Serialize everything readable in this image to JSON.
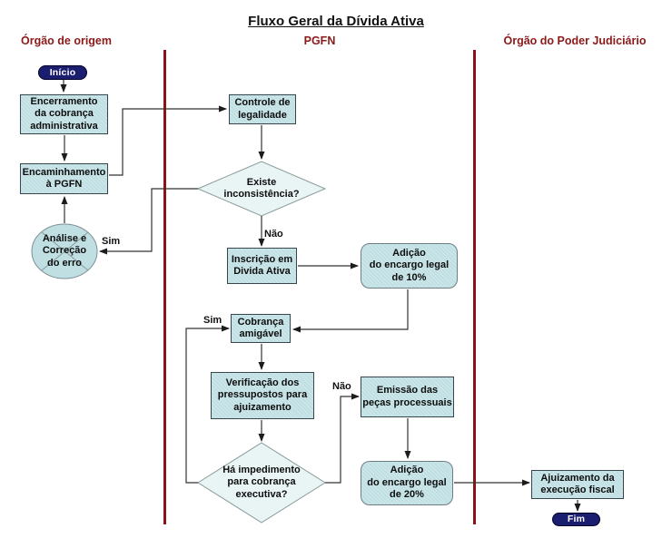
{
  "title": "Fluxo Geral da Dívida Ativa",
  "lanes": {
    "origem": "Órgão de origem",
    "pgfn": "PGFN",
    "judiciario": "Órgão do Poder Judiciário"
  },
  "nodes": {
    "inicio": "Início",
    "encerramento": "Encerramento\nda cobrança\nadministrativa",
    "encaminhamento": "Encaminhamento\nà PGFN",
    "analise": "Análise e\nCorreção\ndo erro",
    "controle": "Controle de\nlegalidade",
    "existe_inconsistencia": "Existe\ninconsistência?",
    "inscricao": "Inscrição em\nDivida Ativa",
    "adicao10": "Adição\ndo encargo legal\nde 10%",
    "cobranca": "Cobrança\namigável",
    "verificacao": "Verificação dos\npressupostos para\najuizamento",
    "ha_impedimento": "Há impedimento\npara cobrança\nexecutiva?",
    "emissao": "Emissão das\npeças processuais",
    "adicao20": "Adição\ndo encargo legal\nde 20%",
    "ajuizamento": "Ajuizamento da\nexecução fiscal",
    "fim": "Fim"
  },
  "edge_labels": {
    "existe_nao": "Não",
    "existe_sim": "Sim",
    "impedimento_sim": "Sim",
    "impedimento_nao": "Não"
  },
  "colors": {
    "process_fill": "#bfdfe3",
    "decision_fill": "#e9f4f4",
    "terminator_fill": "#1b1d6e",
    "header_text": "#8b1a1a",
    "lane_divider": "#8c1418",
    "connector": "#333333"
  }
}
